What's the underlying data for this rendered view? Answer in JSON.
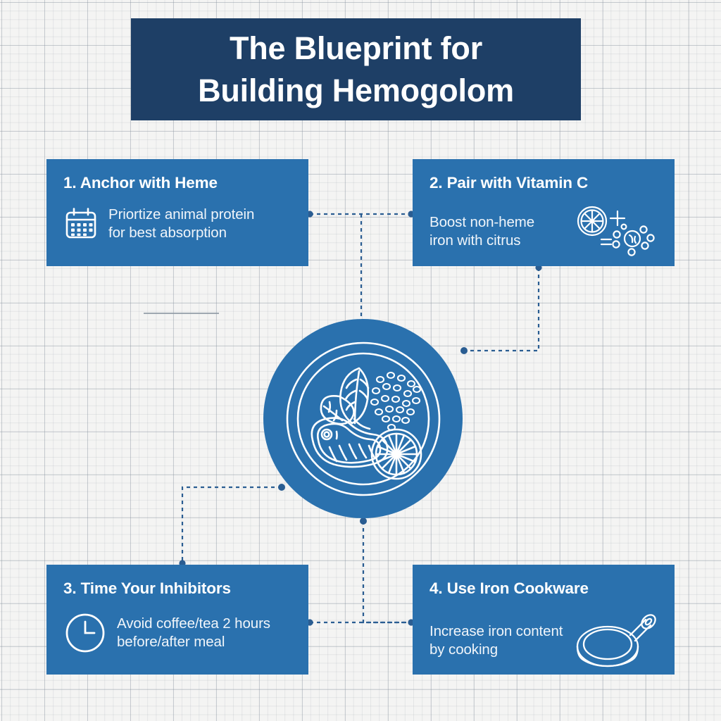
{
  "header": {
    "title_line_1": "The Blueprint for",
    "title_line_2": "Building Hemogolom",
    "banner_color": "#1e3f66",
    "text_color": "#ffffff"
  },
  "theme": {
    "card_color": "#2a71ae",
    "hub_color": "#2a71ae",
    "background_color": "#f4f4f3",
    "connector_color": "#2a5d92",
    "line_art_color": "#ffffff"
  },
  "steps": [
    {
      "id": "step-1",
      "number": "1.",
      "title": "1. Anchor with Heme",
      "description": "Priortize animal protein\nfor best absorption",
      "icon": "calendar-icon",
      "icon_position": "left"
    },
    {
      "id": "step-2",
      "number": "2.",
      "title": "2. Pair with Vitamin C",
      "description": "Boost non-heme\niron with citrus",
      "icon": "citrus-vitaminc-icon",
      "icon_position": "right"
    },
    {
      "id": "step-3",
      "number": "3.",
      "title": "3. Time Your Inhibitors",
      "description": "Avoid coffee/tea 2 hours\nbefore/after meal",
      "icon": "clock-icon",
      "icon_position": "left"
    },
    {
      "id": "step-4",
      "number": "4.",
      "title": "4. Use Iron Cookware",
      "description": "Increase iron content\nby cooking",
      "icon": "skillet-icon",
      "icon_position": "right"
    }
  ],
  "center": {
    "icon": "iron-rich-plate-icon",
    "elements": [
      "spinach-leaves",
      "lentils-cluster",
      "steak-cut",
      "citrus-slice"
    ]
  }
}
